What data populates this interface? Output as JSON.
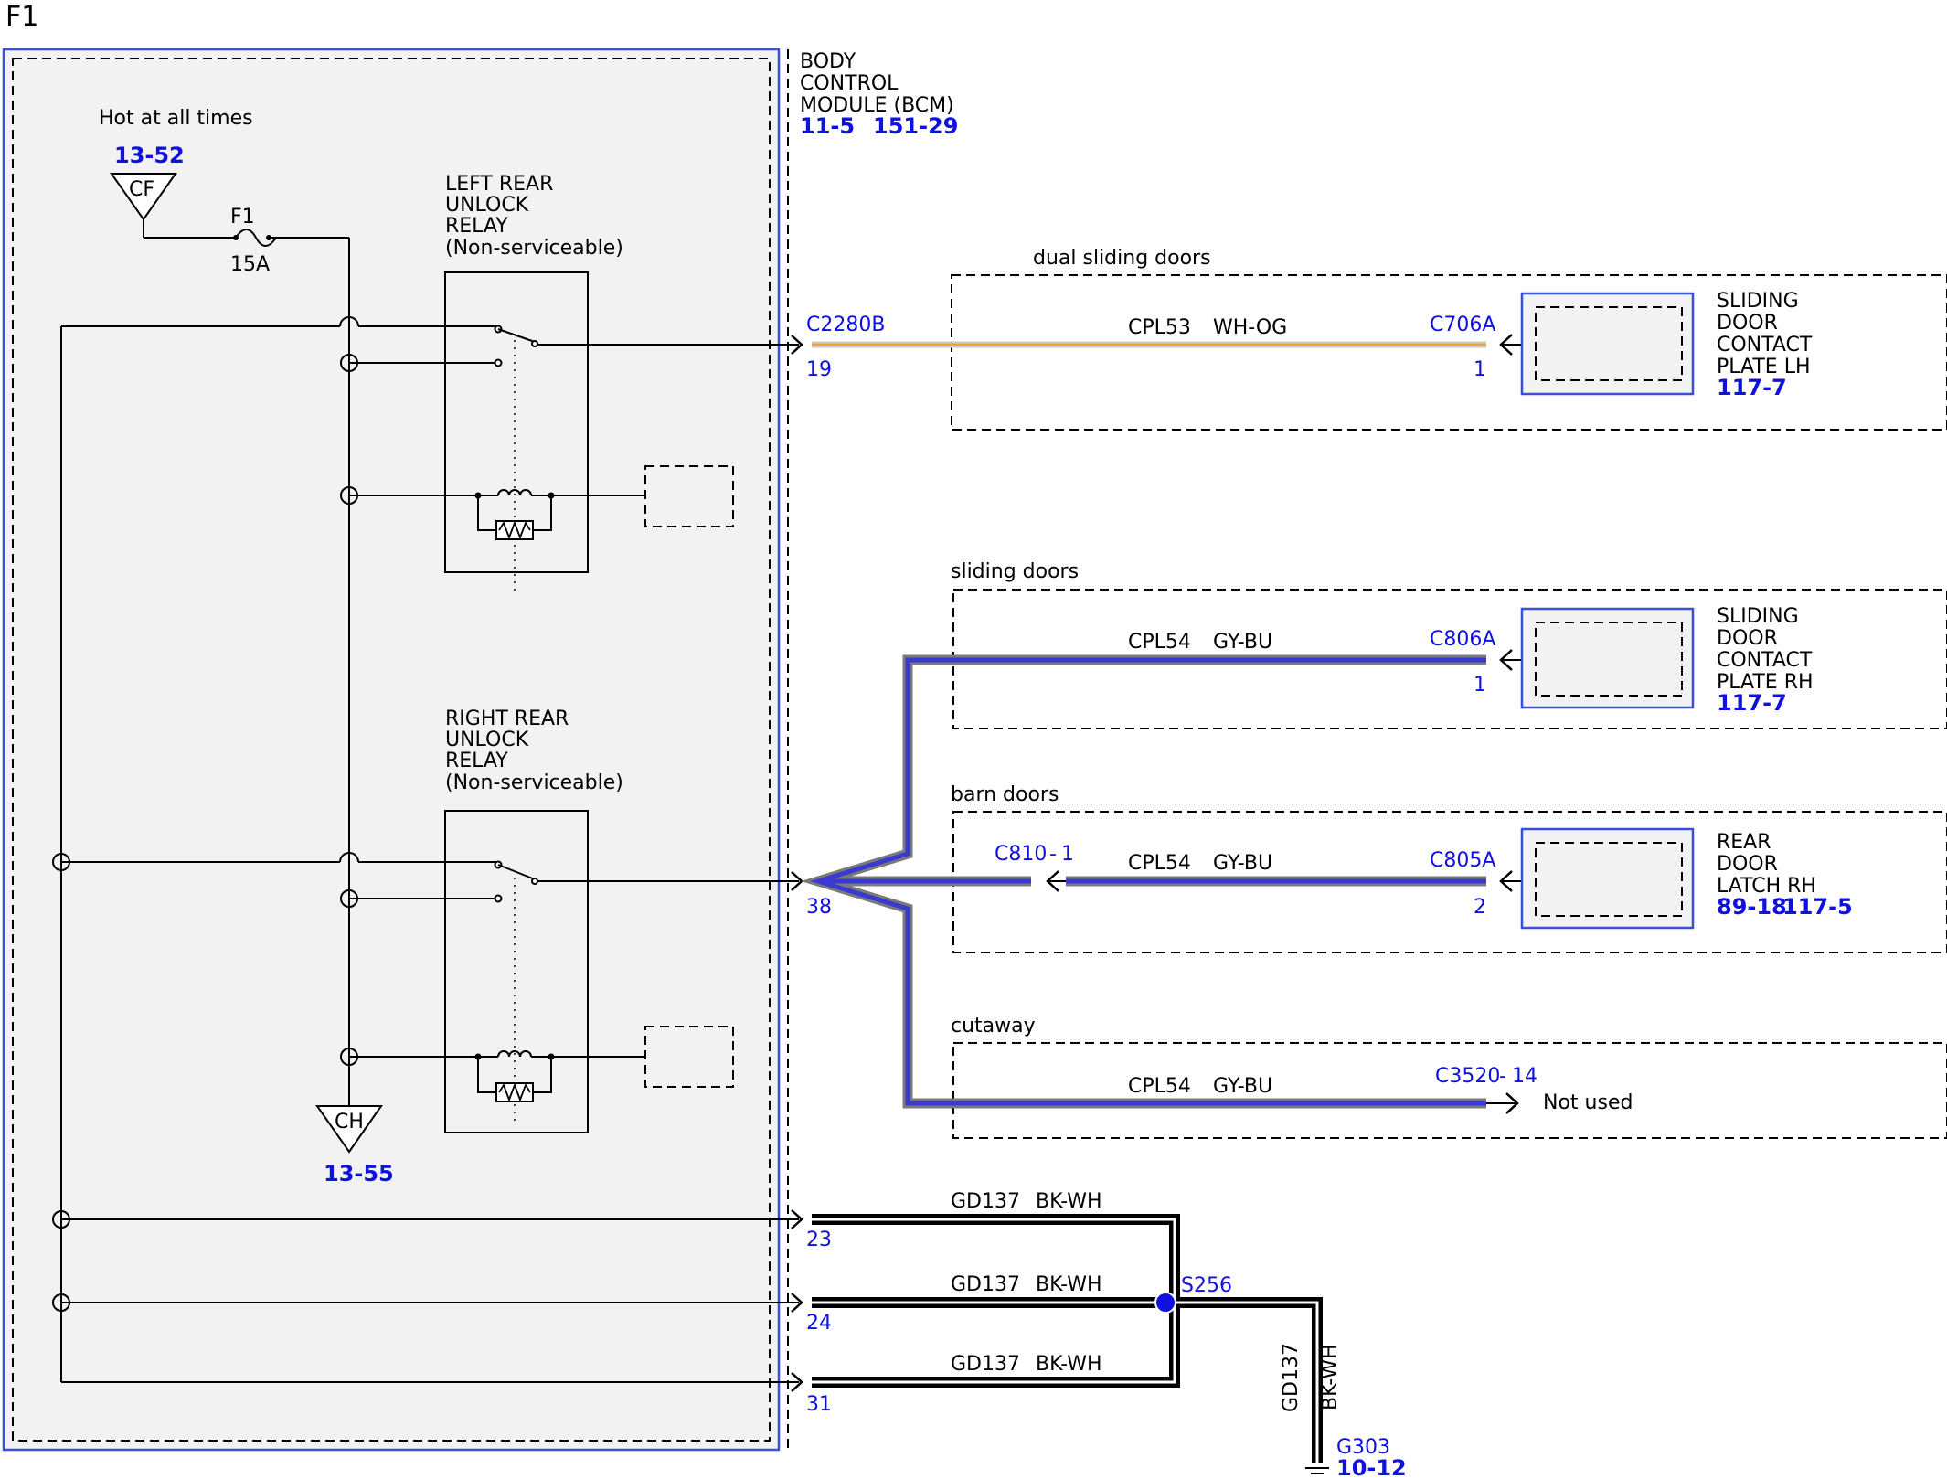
{
  "page_label": "F1",
  "bcm": {
    "name_lines": [
      "BODY",
      "CONTROL",
      "MODULE (BCM)"
    ],
    "refs": [
      "11-5",
      "151-29"
    ]
  },
  "hot_label": "Hot at all times",
  "cf": {
    "ref": "13-52",
    "label": "CF"
  },
  "fuse": {
    "name": "F1",
    "rating": "15A"
  },
  "ch": {
    "ref": "13-55",
    "label": "CH"
  },
  "left_relay_lines": [
    "LEFT REAR",
    "UNLOCK",
    "RELAY",
    "(Non-serviceable)"
  ],
  "right_relay_lines": [
    "RIGHT REAR",
    "UNLOCK",
    "RELAY",
    "(Non-serviceable)"
  ],
  "bcm_pins": {
    "c2280b": "C2280B",
    "pin19": "19",
    "pin38": "38",
    "pin23": "23",
    "pin24": "24",
    "pin31": "31"
  },
  "groups": {
    "dual": "dual sliding doors",
    "sliding": "sliding doors",
    "barn": "barn doors",
    "cutaway": "cutaway"
  },
  "wires": {
    "cpl53_circuit": "CPL53",
    "cpl53_color": "WH-OG",
    "cpl54_circuit": "CPL54",
    "cpl54_color": "GY-BU",
    "gd137_circuit": "GD137",
    "gd137_color": "BK-WH"
  },
  "connectors": {
    "c706a": "C706A",
    "c706a_pin": "1",
    "c806a": "C806A",
    "c806a_pin": "1",
    "c805a": "C805A",
    "c805a_pin": "2",
    "c810": "C810",
    "c810_pin": "1",
    "c3520": "C3520",
    "c3520_pin": "14",
    "dash": "-"
  },
  "components": {
    "lh_lines": [
      "SLIDING",
      "DOOR",
      "CONTACT",
      "PLATE LH"
    ],
    "lh_ref": "117-7",
    "rh_lines": [
      "SLIDING",
      "DOOR",
      "CONTACT",
      "PLATE RH"
    ],
    "rh_ref": "117-7",
    "latch_lines": [
      "REAR",
      "DOOR",
      "LATCH RH"
    ],
    "latch_refs": [
      "89-18",
      "117-5"
    ]
  },
  "not_used": "Not used",
  "splice": "S256",
  "ground": {
    "name": "G303",
    "ref": "10-12"
  },
  "colors": {
    "bcm_border": "#3a4fd8",
    "module_fill": "#f2f2f2",
    "ref_blue": "#1010e0",
    "wire_gy_bu_core": "#3a3ad0",
    "wire_gy_bu_outer": "#7a7a7a",
    "wire_wh_og": "#e8a640",
    "splice_dot": "#1010e0"
  }
}
